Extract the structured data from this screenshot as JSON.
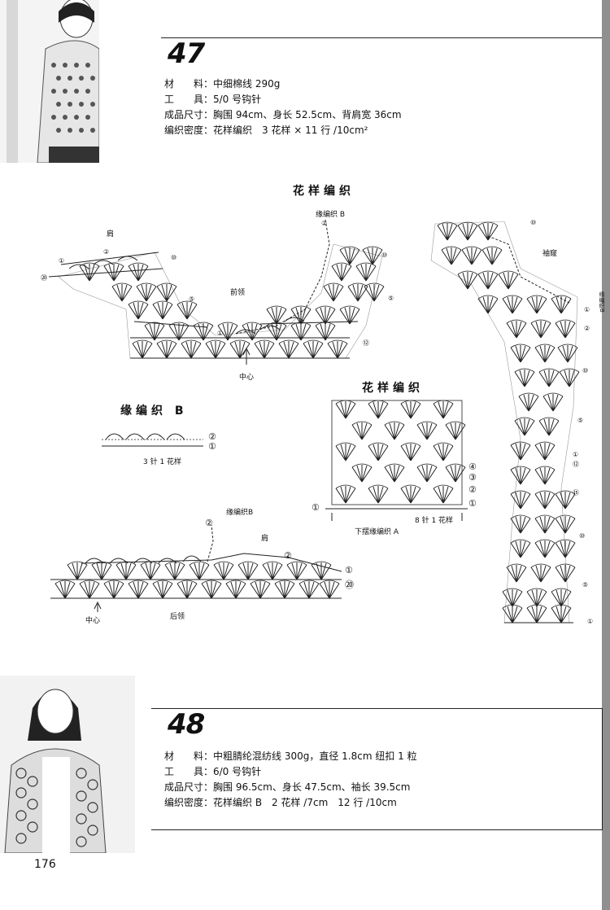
{
  "pattern47": {
    "number": "47",
    "specs": [
      {
        "label": "材　　料：",
        "value": "中细棉线 290g"
      },
      {
        "label": "工　　具：",
        "value": "5/0 号钩针"
      },
      {
        "label": "成品尺寸：",
        "value": "胸围 94cm、身长 52.5cm、背肩宽 36cm"
      },
      {
        "label": "编织密度：",
        "value": "花样编织　3 花样 × 11 行 /10cm²"
      }
    ]
  },
  "diagram": {
    "main_title": "花样编织",
    "front": {
      "shoulder": "肩",
      "neck": "前领",
      "center": "中心",
      "edge_b": "缘编织 B"
    },
    "sleeve": {
      "label": "袖窿",
      "edge_b": "缘编织B"
    },
    "edge_b_title": "缘编织 B",
    "edge_b_repeat": "3 针 1 花样",
    "swatch_title": "花样编织",
    "swatch_repeat": "8 针 1 花样",
    "swatch_hem": "下摆缘编织 A",
    "back": {
      "edge_b": "缘编织B",
      "shoulder": "肩",
      "center": "中心",
      "neck": "后领"
    },
    "row_markers": [
      "①",
      "②",
      "③",
      "④",
      "⑤",
      "⑩",
      "⑫",
      "⑮",
      "⑳"
    ]
  },
  "pattern48": {
    "number": "48",
    "specs": [
      {
        "label": "材　　料：",
        "value": "中粗腈纶混纺线 300g，直径 1.8cm 纽扣 1 粒"
      },
      {
        "label": "工　　具：",
        "value": "6/0 号钩针"
      },
      {
        "label": "成品尺寸：",
        "value": "胸围 96.5cm、身长 47.5cm、袖长 39.5cm"
      },
      {
        "label": "编织密度：",
        "value": "花样编织 B　2 花样 /7cm　12 行 /10cm"
      }
    ]
  },
  "page_number": "176"
}
